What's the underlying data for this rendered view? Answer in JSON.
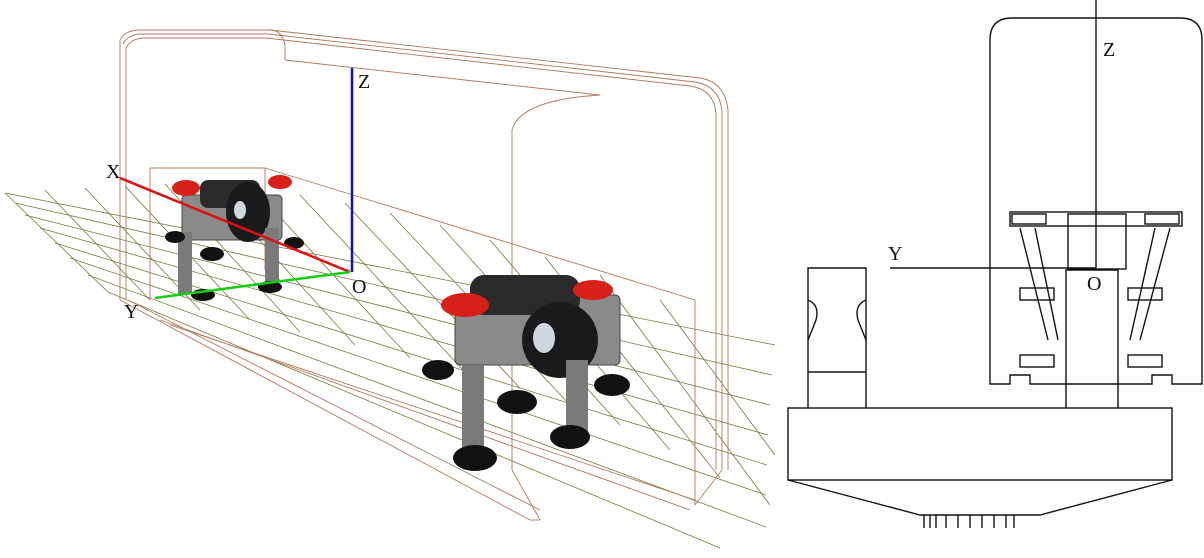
{
  "left_view": {
    "axes": {
      "x": "X",
      "y": "Y",
      "z": "Z",
      "origin": "O"
    },
    "colors": {
      "x_axis": "#e01010",
      "y_axis": "#10d010",
      "z_axis": "#1010c8",
      "grid": "#7a7a3a",
      "hull": "#b07a5a",
      "pad": "#d8201a",
      "body": "#8a8a8a",
      "wheel": "#111111"
    }
  },
  "right_view": {
    "axes": {
      "y": "Y",
      "z": "Z",
      "origin": "O"
    },
    "colors": {
      "y_axis": "#a8c820",
      "z_axis": "#2a2ad8",
      "outline": "#111111"
    }
  }
}
